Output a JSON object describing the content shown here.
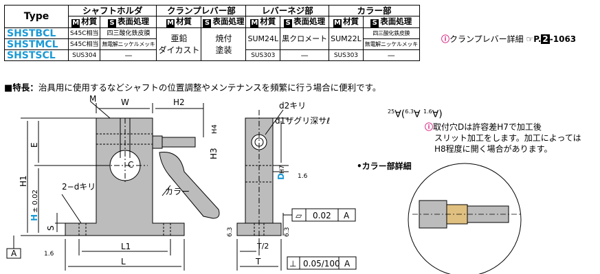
{
  "table": {
    "type_header": "Type",
    "groups": [
      "シャフトホルダ",
      "クランプレバー部",
      "レバーネジ部",
      "カラー部"
    ],
    "m_badge": "M",
    "s_badge": "S",
    "material": "材質",
    "surface": "表面処理",
    "models": [
      "SHSTBCL",
      "SHSTMCL",
      "SHSTSCL"
    ],
    "holder_material": [
      "S45C相当",
      "S45C相当",
      "SUS304"
    ],
    "holder_surface": [
      "四三酸化鉄皮膜",
      "無電解ニッケルメッキ",
      "—"
    ],
    "clamp_material": [
      "亜鉛",
      "ダイカスト"
    ],
    "clamp_surface": [
      "焼付",
      "塗装"
    ],
    "screw_material": [
      "SUM24L",
      "SUS303"
    ],
    "screw_surface": [
      "黒クロメート",
      "—"
    ],
    "collar_material": [
      "SUM22L",
      "SUS303"
    ],
    "collar_surface": [
      "四三酸化鉄皮膜",
      "無電解ニッケルメッキ",
      "—"
    ]
  },
  "reference": {
    "text": "クランプレバー詳細",
    "page_prefix": "P.",
    "page_num": "2",
    "page_suffix": "-1063"
  },
  "feature": {
    "label": "特長：",
    "text": "治具用に使用するなどシャフトの位置調整やメンテナンスを頻繁に行う場合に便利です。"
  },
  "roughness": {
    "values": [
      "25",
      "6.3",
      "1.6"
    ]
  },
  "note": {
    "line1": "取付穴Dは許容差H7で加工後",
    "line2": "スリット加工をします。加工によっては",
    "line3": "H8程度に開く場合があります。"
  },
  "collar_detail": "•カラー部詳細",
  "drawing": {
    "M": "M",
    "W": "W",
    "H2": "H2",
    "C": "C",
    "H1": "H1",
    "H": "H",
    "tol": "± 0.02",
    "E": "E",
    "S": "S",
    "hole_label": "2−dキリ",
    "collar_label": "カラー",
    "L1": "L1",
    "L": "L",
    "H3": "H3",
    "H4": "H4",
    "D": "D",
    "H7": "H7",
    "T": "T",
    "T2": "T/2",
    "d2": "d2キリ",
    "d1": "d1ザグリ深サℓ",
    "r16a": "1.6",
    "r16b": "1.6",
    "r63a": "6.3",
    "r63b": "6.3",
    "flat": "0.02",
    "datumA1": "A",
    "perp": "0.05/100",
    "datumA2": "A",
    "datumA3": "A"
  }
}
